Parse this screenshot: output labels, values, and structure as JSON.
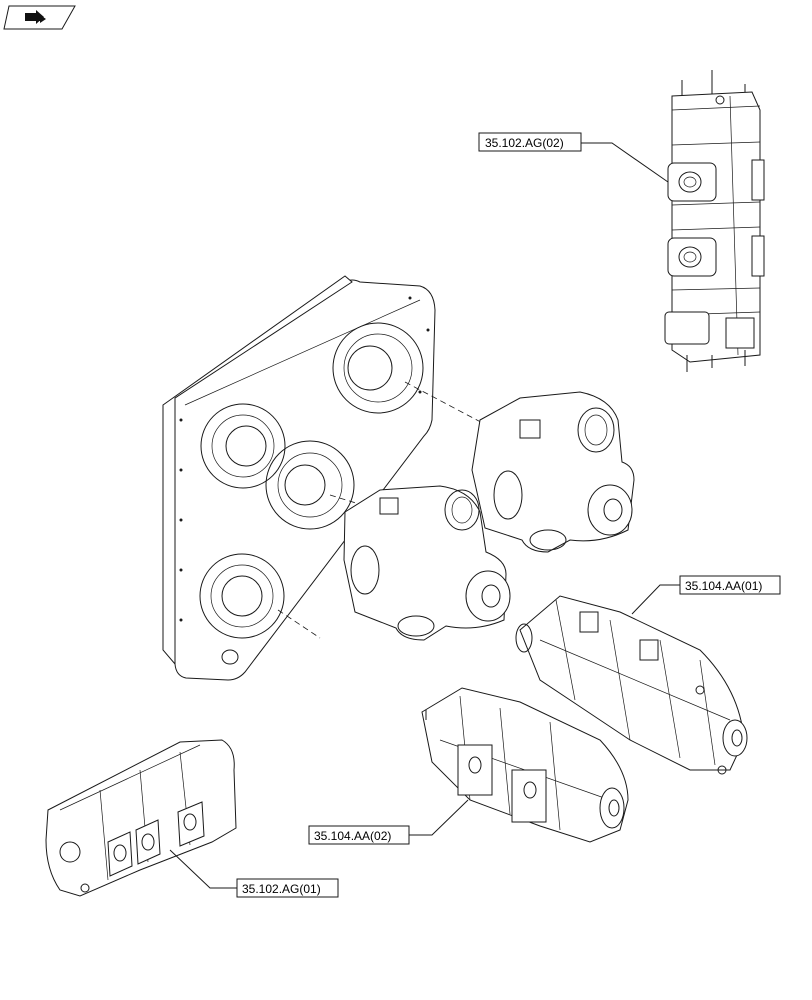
{
  "navigation": {
    "icon": "back-arrow-icon"
  },
  "callouts": {
    "ag02": "35.102.AG(02)",
    "aa01": "35.104.AA(01)",
    "aa02": "35.104.AA(02)",
    "ag01": "35.102.AG(01)"
  }
}
